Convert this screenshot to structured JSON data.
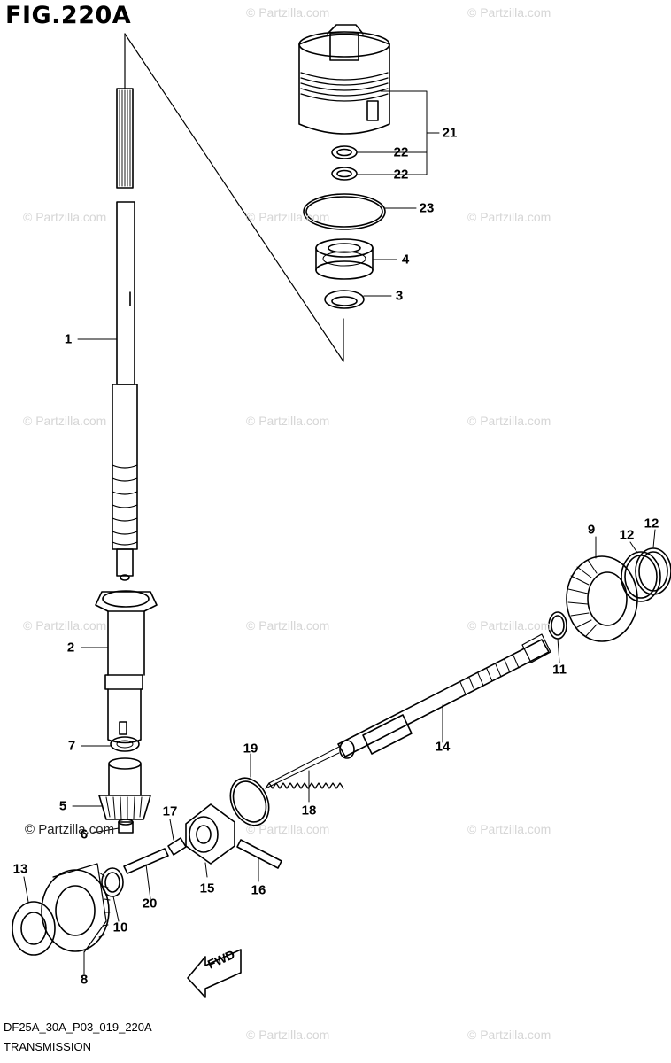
{
  "title": "FIG.220A",
  "footer": {
    "code": "DF25A_30A_P03_019_220A",
    "name": "TRANSMISSION"
  },
  "watermark": "© Partzilla.com",
  "fwd_label": "FWD",
  "callouts": [
    "1",
    "2",
    "3",
    "4",
    "5",
    "6",
    "7",
    "8",
    "9",
    "10",
    "11",
    "12",
    "12",
    "13",
    "14",
    "15",
    "16",
    "17",
    "18",
    "19",
    "20",
    "21",
    "22",
    "22",
    "23"
  ]
}
